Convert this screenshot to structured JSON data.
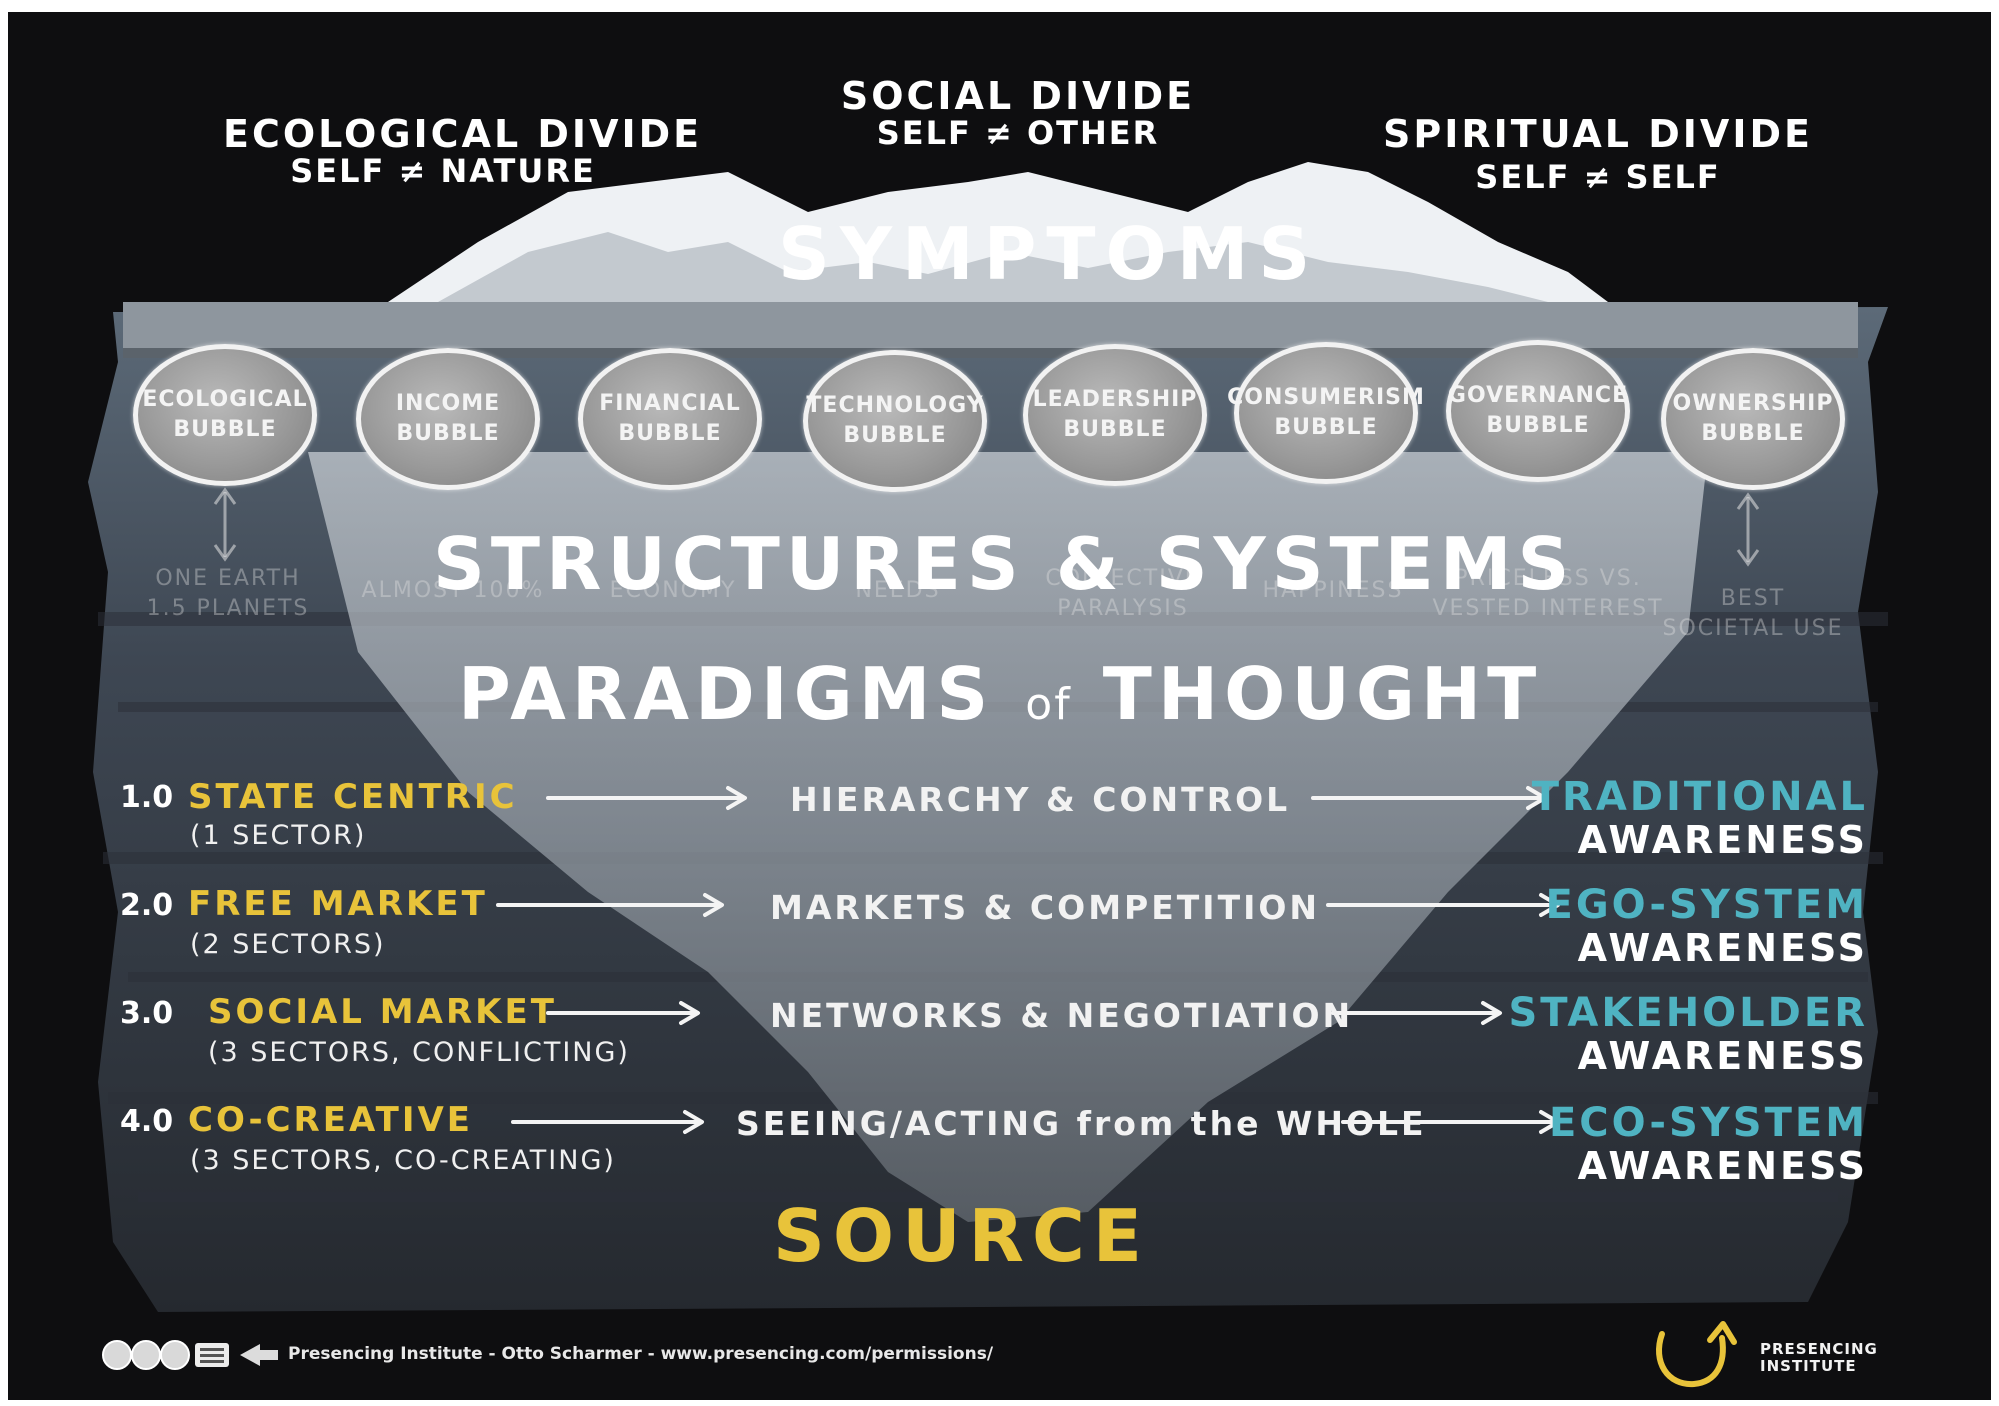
{
  "divides": [
    {
      "title": "ECOLOGICAL DIVIDE",
      "subtitle": "SELF ≠ NATURE"
    },
    {
      "title": "SOCIAL DIVIDE",
      "subtitle": "SELF ≠ OTHER"
    },
    {
      "title": "SPIRITUAL DIVIDE",
      "subtitle": "SELF ≠ SELF"
    }
  ],
  "symptoms": "SYMPTOMS",
  "bubbles": [
    {
      "line1": "ECOLOGICAL",
      "line2": "BUBBLE"
    },
    {
      "line1": "INCOME",
      "line2": "BUBBLE"
    },
    {
      "line1": "FINANCIAL",
      "line2": "BUBBLE"
    },
    {
      "line1": "TECHNOLOGY",
      "line2": "BUBBLE"
    },
    {
      "line1": "LEADERSHIP",
      "line2": "BUBBLE"
    },
    {
      "line1": "CONSUMERISM",
      "line2": "BUBBLE"
    },
    {
      "line1": "GOVERNANCE",
      "line2": "BUBBLE"
    },
    {
      "line1": "OWNERSHIP",
      "line2": "BUBBLE"
    }
  ],
  "bubble_notes": [
    {
      "line1": "ONE EARTH",
      "line2": "1.5 PLANETS"
    },
    {
      "line1": "",
      "line2": "ALMOST 100%"
    },
    {
      "line1": "",
      "line2": "ECONOMY"
    },
    {
      "line1": "",
      "line2": "NEEDS"
    },
    {
      "line1": "COLLECTIVE",
      "line2": "PARALYSIS"
    },
    {
      "line1": "",
      "line2": "HAPPINESS"
    },
    {
      "line1": "PRICELESS VS.",
      "line2": "VESTED INTEREST"
    },
    {
      "line1": "BEST",
      "line2": "SOCIETAL USE"
    }
  ],
  "structures": "STRUCTURES & SYSTEMS",
  "paradigms": {
    "before": "PARADIGMS",
    "of": "of",
    "after": "THOUGHT"
  },
  "rows": [
    {
      "num": "1.0",
      "name": "STATE CENTRIC",
      "sectors": "(1 SECTOR)",
      "mechanism": "HIERARCHY & CONTROL",
      "awareness_type": "TRADITIONAL",
      "awareness": "AWARENESS"
    },
    {
      "num": "2.0",
      "name": "FREE MARKET",
      "sectors": "(2 SECTORS)",
      "mechanism": "MARKETS & COMPETITION",
      "awareness_type": "EGO-SYSTEM",
      "awareness": "AWARENESS"
    },
    {
      "num": "3.0",
      "name": "SOCIAL MARKET",
      "sectors": "(3 SECTORS, CONFLICTING)",
      "mechanism": "NETWORKS & NEGOTIATION",
      "awareness_type": "STAKEHOLDER",
      "awareness": "AWARENESS"
    },
    {
      "num": "4.0",
      "name": "CO-CREATIVE",
      "sectors": "(3 SECTORS, CO-CREATING)",
      "mechanism": "SEEING/ACTING from the WHOLE",
      "awareness_type": "ECO-SYSTEM",
      "awareness": "AWARENESS"
    }
  ],
  "source": "SOURCE",
  "footer": {
    "credit": "Presencing Institute - Otto Scharmer - www.presencing.com/permissions/",
    "logo_line1": "PRESENCING",
    "logo_line2": "INSTITUTE"
  },
  "colors": {
    "background": "#0e0e10",
    "yellow": "#e8c33a",
    "cyan": "#4fb3c2",
    "white": "#ffffff"
  }
}
